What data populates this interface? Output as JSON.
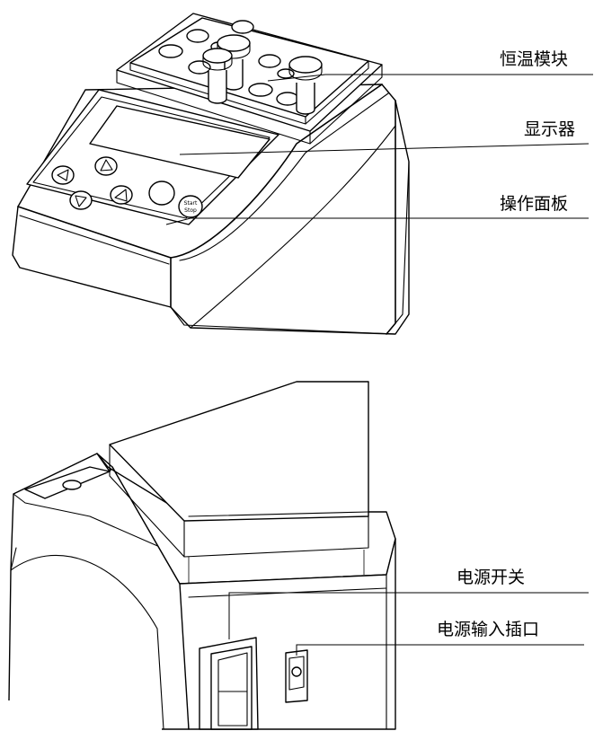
{
  "labels": {
    "thermo_block": "恒温模块",
    "display": "显示器",
    "control_panel": "操作面板",
    "power_switch": "电源开关",
    "power_input": "电源输入插口"
  },
  "start_stop_button": {
    "line1": "Start",
    "line2": "Stop"
  }
}
